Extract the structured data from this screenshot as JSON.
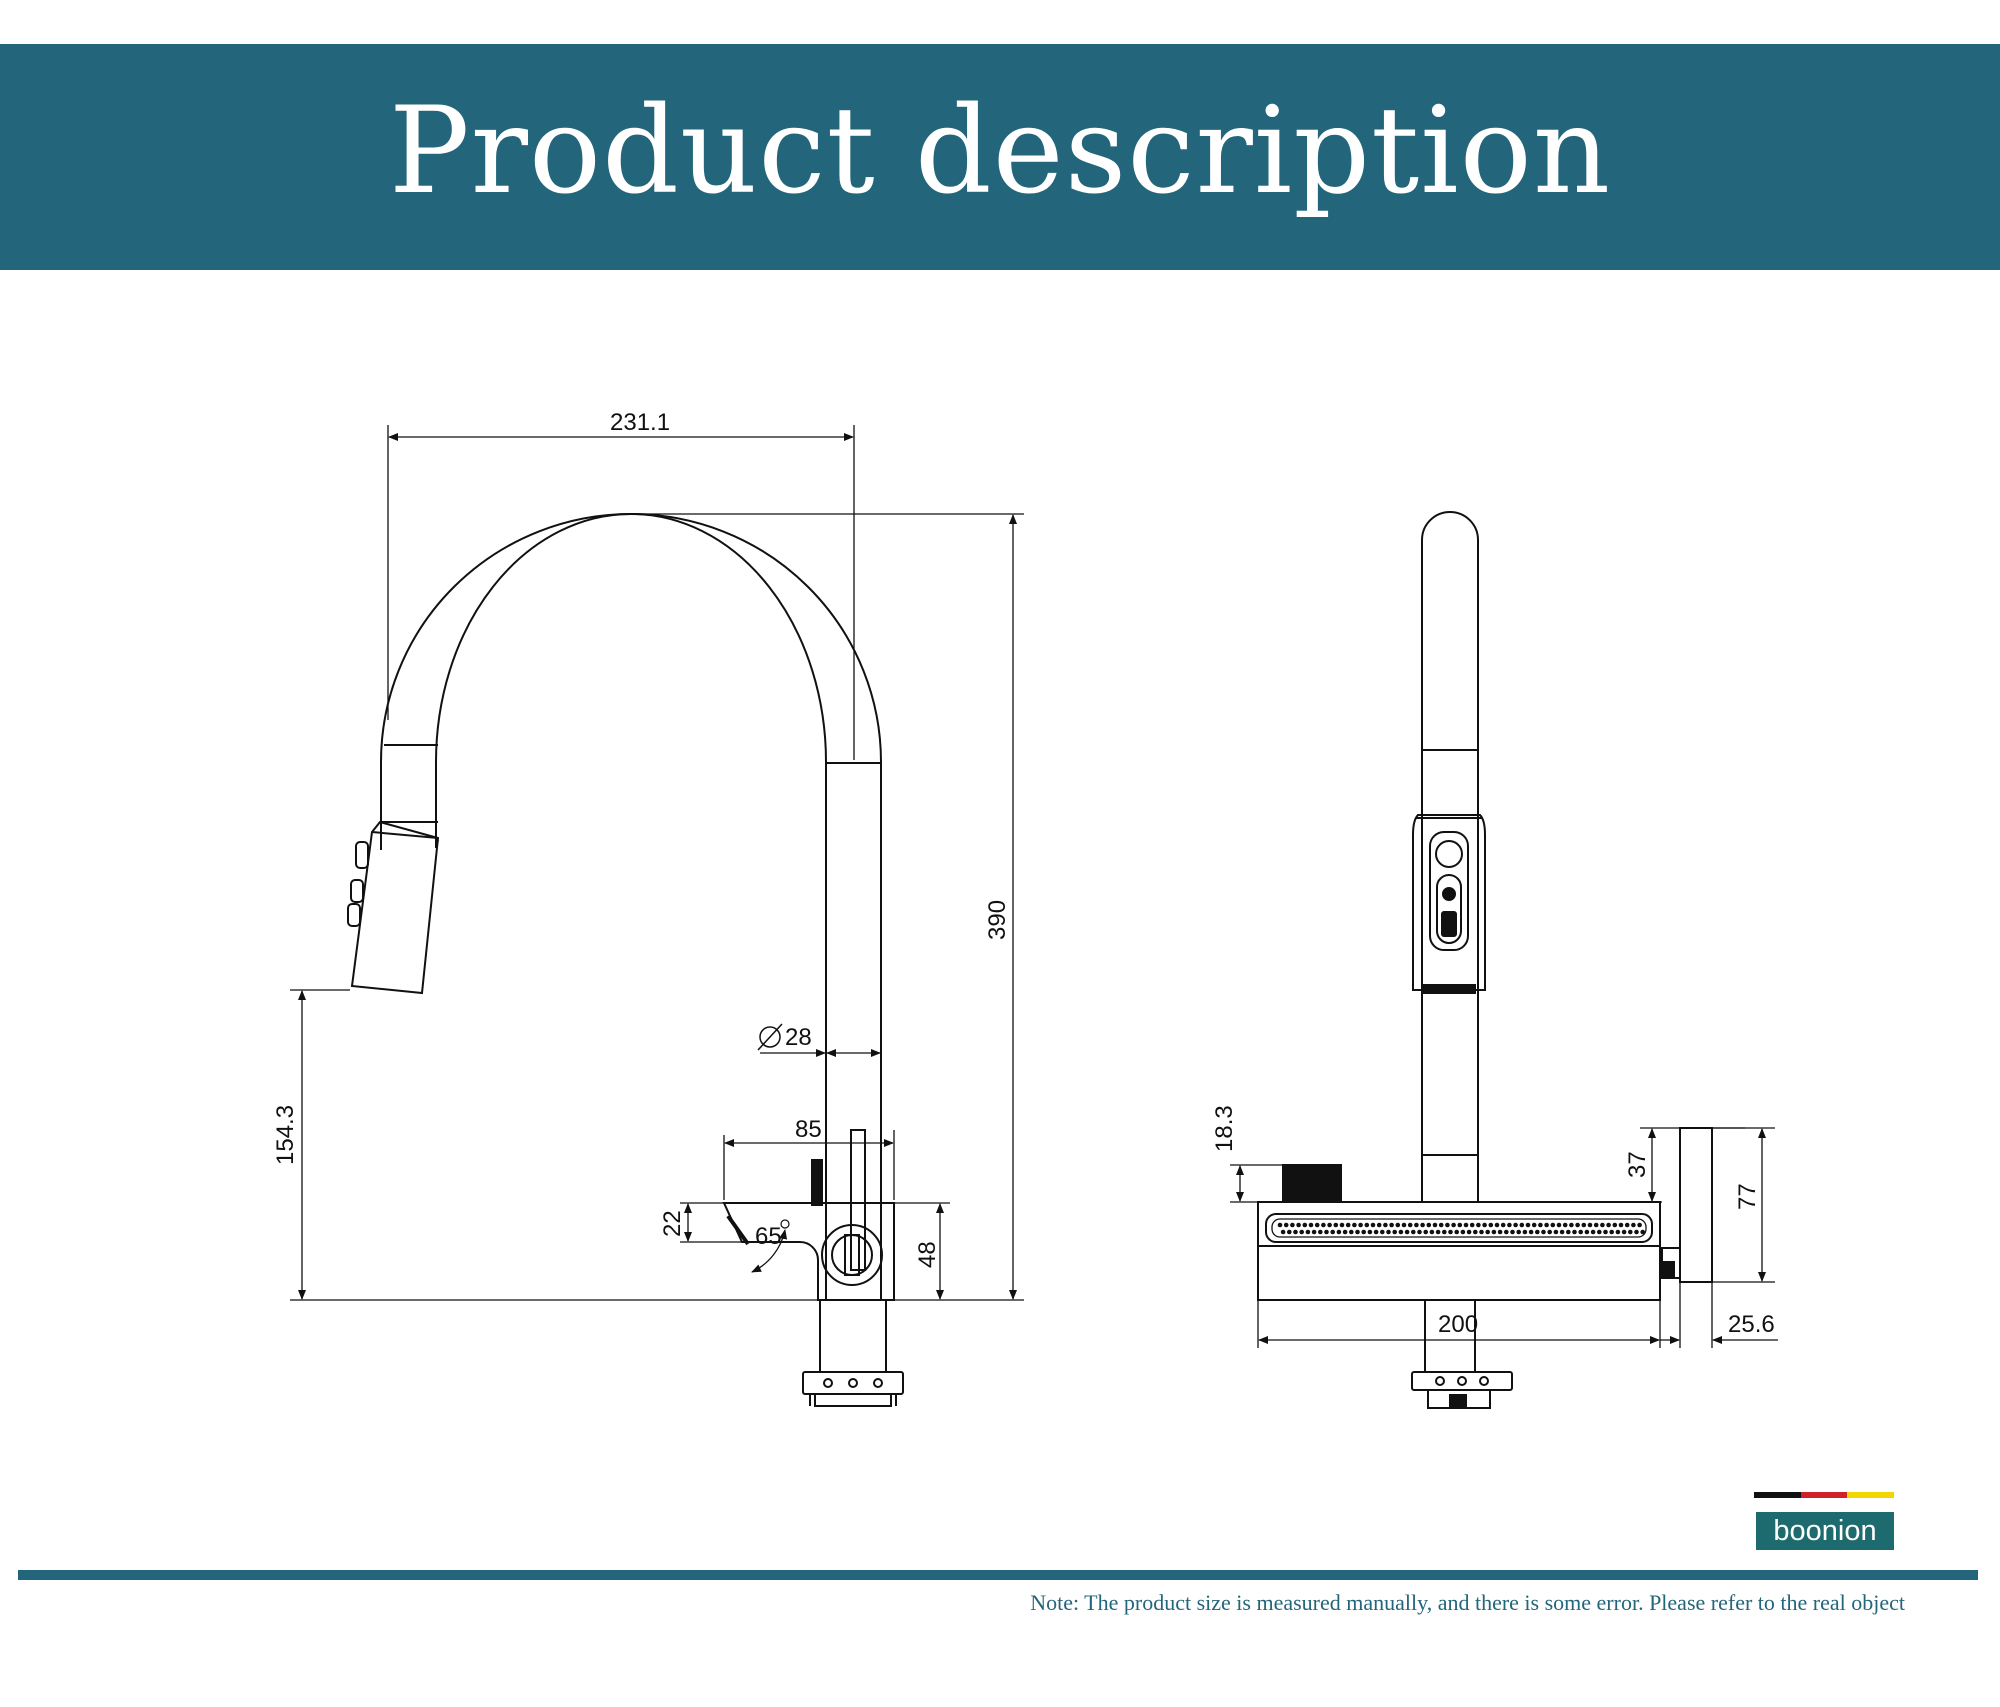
{
  "header": {
    "title": "Product description"
  },
  "side_view": {
    "dimensions": {
      "width_reach": "231.1",
      "height_total": "390",
      "spout_height": "154.3",
      "diameter": "28",
      "base_depth": "85",
      "handle_offset": "22",
      "handle_angle": "65",
      "handle_height": "48"
    }
  },
  "front_view": {
    "dimensions": {
      "knob_height": "18.3",
      "panel_offset": "37",
      "panel_height": "77",
      "base_width": "200",
      "panel_thickness": "25.6"
    }
  },
  "brand": {
    "name": "boonion",
    "stripe_colors": [
      "#111111",
      "#d0202a",
      "#f2d600"
    ],
    "box_color": "#1e6b6f"
  },
  "accent_color": "#23657a",
  "footer": {
    "note": "Note: The product size is measured manually, and there is some error. Please refer to the real object"
  }
}
